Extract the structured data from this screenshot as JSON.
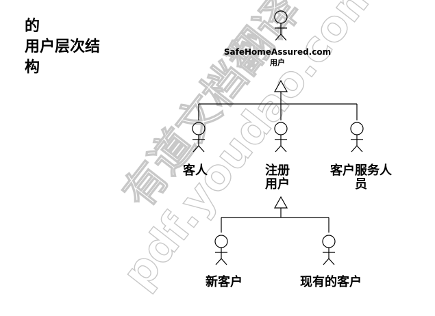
{
  "title": {
    "lines": [
      "的",
      "用户层次结",
      "构"
    ]
  },
  "watermark": {
    "line1": "有道文档翻译",
    "line2": "pdf.youdao.com"
  },
  "nodes": {
    "root": {
      "line1": "SafeHomeAssured.com",
      "line2": "用户"
    },
    "guest": {
      "line1": "客人"
    },
    "registered": {
      "line1": "注册",
      "line2": "用户"
    },
    "service": {
      "line1": "客户服务人",
      "line2": "员"
    },
    "new_customer": {
      "line1": "新客户"
    },
    "existing_customer": {
      "line1": "现有的客户"
    }
  },
  "colors": {
    "line": "#000000",
    "text": "#000000",
    "watermark": "#c8c8c8"
  }
}
